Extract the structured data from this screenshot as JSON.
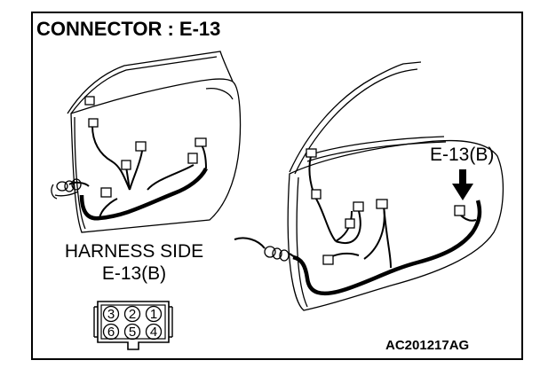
{
  "title": "CONNECTOR : E-13",
  "harness_side": {
    "label": "HARNESS SIDE",
    "code": "E-13(B)",
    "pins_top": [
      "3",
      "2",
      "1"
    ],
    "pins_bottom": [
      "6",
      "5",
      "4"
    ]
  },
  "callout": "E-13(B)",
  "figure_code": "AC201217AG"
}
